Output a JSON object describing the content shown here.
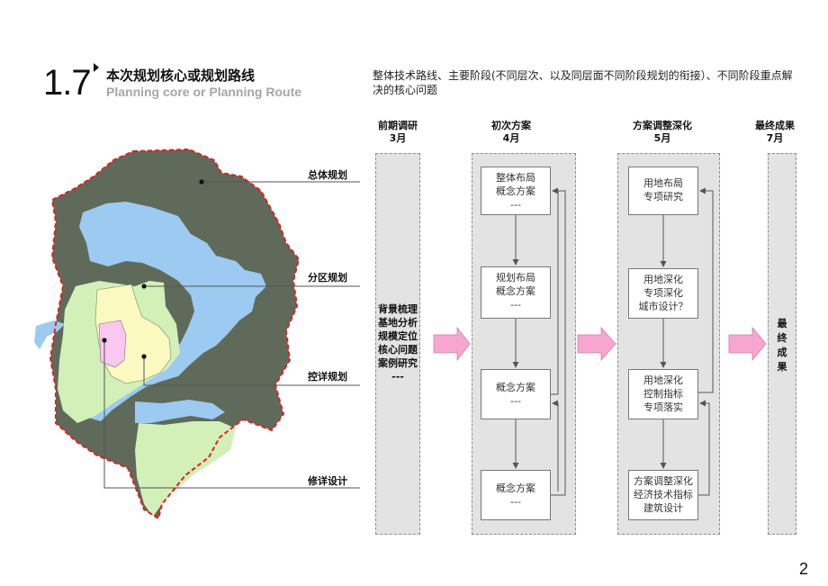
{
  "header": {
    "section_number": "1.7",
    "title_cn": "本次规划核心或规划路线",
    "title_en": "Planning core or Planning Route",
    "description": "整体技术路线、主要阶段(不同层次、以及同层面不同阶段规划的衔接）、不同阶段重点解决的核心问题"
  },
  "map": {
    "labels": [
      "总体规划",
      "分区规划",
      "控详规划",
      "修详设计"
    ]
  },
  "phases": [
    {
      "name": "前期调研",
      "month": "3月"
    },
    {
      "name": "初次方案",
      "month": "4月"
    },
    {
      "name": "方案调整深化",
      "month": "5月"
    },
    {
      "name": "最终成果",
      "month": "7月"
    }
  ],
  "research_column": {
    "lines": [
      "背景梳理",
      "基地分析",
      "规模定位",
      "核心问题",
      "案例研究",
      "---"
    ]
  },
  "initial_scheme_boxes": [
    {
      "lines": [
        "整体布局",
        "概念方案",
        "---"
      ]
    },
    {
      "lines": [
        "规划布局",
        "概念方案",
        "---"
      ]
    },
    {
      "lines": [
        "概念方案",
        "---"
      ]
    },
    {
      "lines": [
        "概念方案",
        "---"
      ]
    }
  ],
  "adjust_scheme_boxes": [
    {
      "lines": [
        "用地布局",
        "专项研究"
      ]
    },
    {
      "lines": [
        "用地深化",
        "专项深化",
        "城市设计？"
      ]
    },
    {
      "lines": [
        "用地深化",
        "控制指标",
        "专项落实"
      ]
    },
    {
      "lines": [
        "方案调整深化",
        "经济技术指标",
        "建筑设计"
      ]
    }
  ],
  "final_column": {
    "lines": [
      "最",
      "终",
      "成",
      "果"
    ]
  },
  "page_number": "2",
  "colors": {
    "overall_region": "#5f6a5a",
    "water": "#9ccaf0",
    "district": "#d2f0b8",
    "detailed": "#fafac0",
    "site": "#f8c8f0",
    "boundary": "#e02020",
    "column_bg": "#e3e3e3",
    "arrow_fill": "#f7a7cf"
  }
}
